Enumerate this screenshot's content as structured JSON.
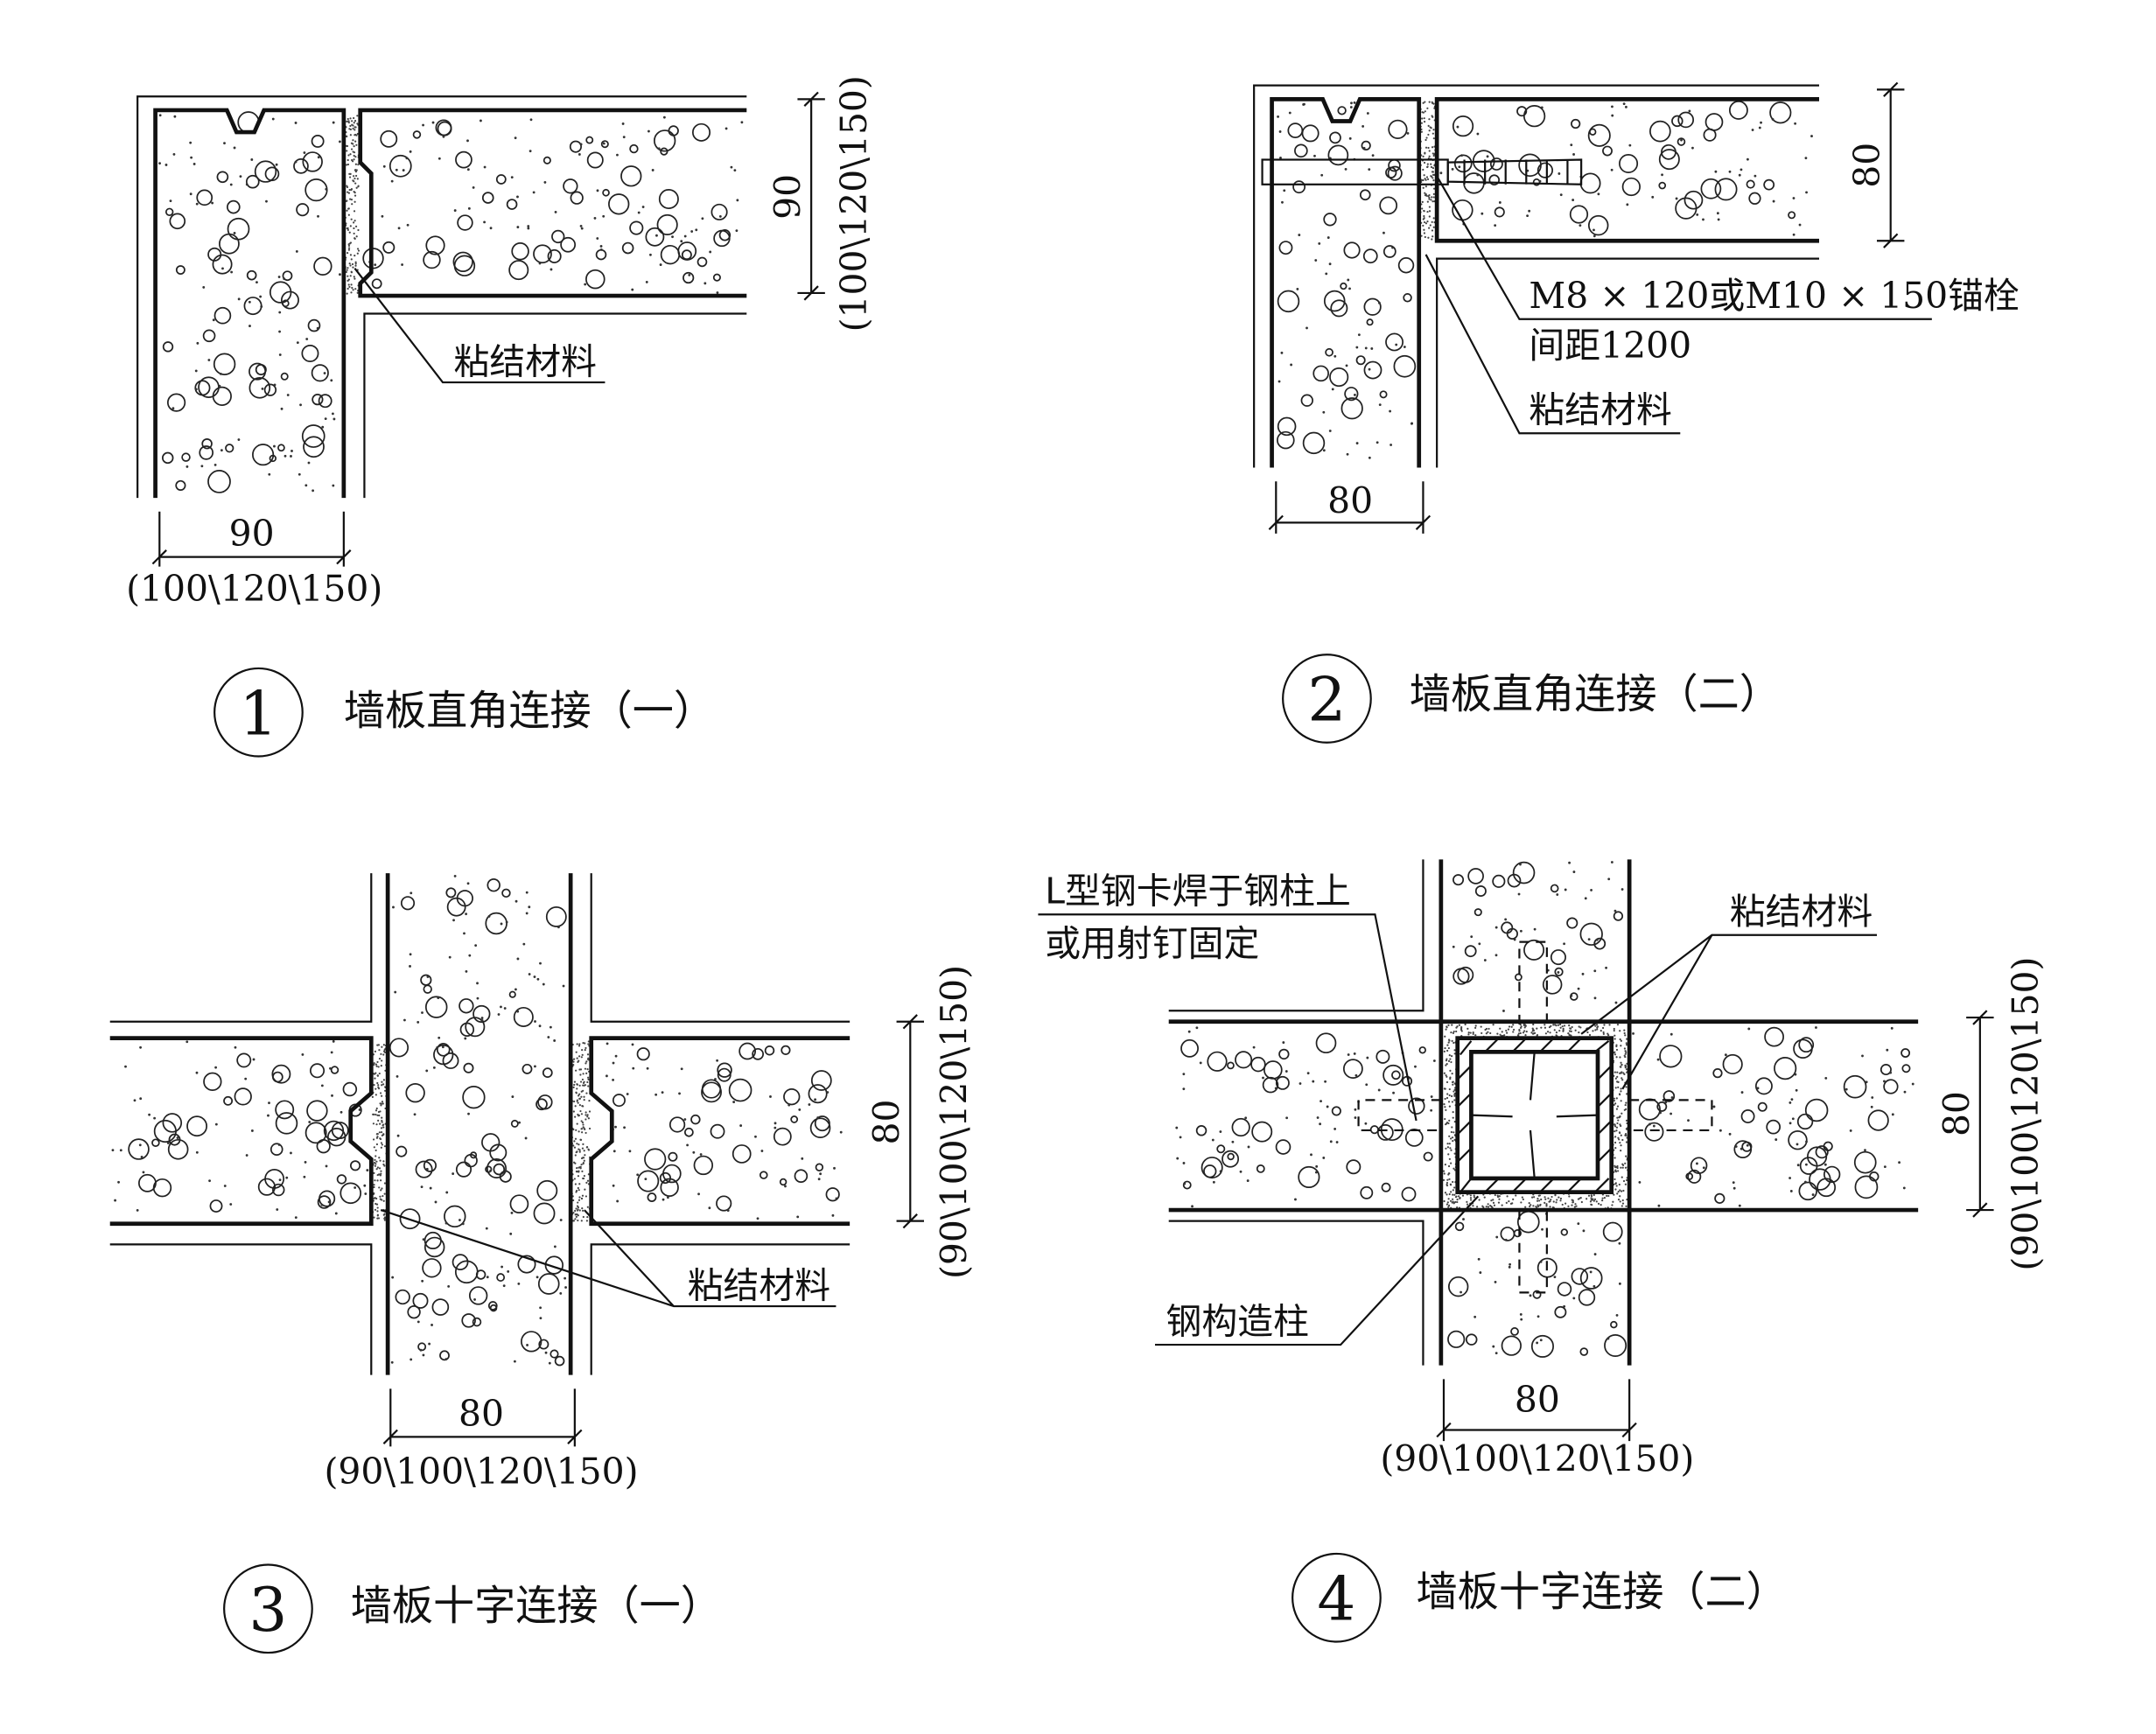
{
  "detail1": {
    "number": "1",
    "title": "墙板直角连接（一）",
    "dim_v": "90",
    "dim_v_alt": "(100\\120\\150)",
    "dim_h": "90",
    "dim_h_alt": "(100\\120\\150)",
    "label_glue": "粘结材料"
  },
  "detail2": {
    "number": "2",
    "title": "墙板直角连接（二）",
    "dim_v": "80",
    "dim_h": "80",
    "label_anchor": "M8 × 120或M10 × 150锚栓",
    "label_spacing": "间距1200",
    "label_glue": "粘结材料"
  },
  "detail3": {
    "number": "3",
    "title": "墙板十字连接（一）",
    "dim_v": "80",
    "dim_v_alt": "(90\\100\\120\\150)",
    "dim_h": "80",
    "dim_h_alt": "(90\\100\\120\\150)",
    "label_glue": "粘结材料"
  },
  "detail4": {
    "number": "4",
    "title": "墙板十字连接（二）",
    "dim_v": "80",
    "dim_v_alt": "(90\\100\\120\\150)",
    "dim_h": "80",
    "dim_h_alt": "(90\\100\\120\\150)",
    "label_clip_1": "L型钢卡焊于钢柱上",
    "label_clip_2": "或用射钉固定",
    "label_glue": "粘结材料",
    "label_column": "钢构造柱"
  }
}
